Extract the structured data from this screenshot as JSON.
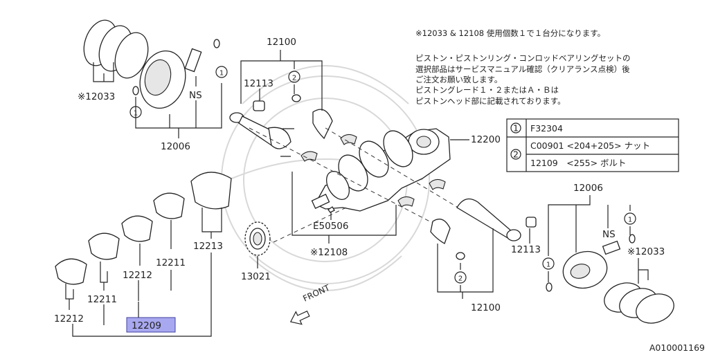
{
  "diagram": {
    "note_lines": [
      "※12033 & 12108 使用個数１で１台分になります。",
      "ピストン・ピストンリング・コンロッドベアリングセットの",
      "選択部品はサービスマニュアル確認（クリアランス点検）後",
      "ご注文お願い致します。",
      "ピストングレード１・２またはＡ・Ｂは",
      "ピストンヘッド部に記載されております。"
    ],
    "legend": [
      {
        "marker": "1",
        "lines": [
          "F32304"
        ]
      },
      {
        "marker": "2",
        "lines": [
          "C00901 <204+205> ナット",
          "12109　<255> ボルト"
        ]
      }
    ],
    "part_labels": {
      "rings_left": "※12033",
      "piston_left": "12006",
      "ns_left": "NS",
      "marker1": "1",
      "marker2": "2",
      "conrod_top": "12100",
      "bearing_top": "12113",
      "crank": "12200",
      "key": "E50506",
      "set": "※12108",
      "sprocket": "13021",
      "front": "FRONT",
      "bearings": [
        "12213",
        "12211",
        "12212",
        "12211",
        "12212"
      ],
      "highlighted": "12209",
      "conrod_bottom": "12100",
      "bearing_bottom": "12113",
      "piston_right": "12006",
      "ns_right": "NS",
      "rings_right": "※12033"
    },
    "diagram_id": "A010001169",
    "highlight_color": "#a8a8f0"
  }
}
